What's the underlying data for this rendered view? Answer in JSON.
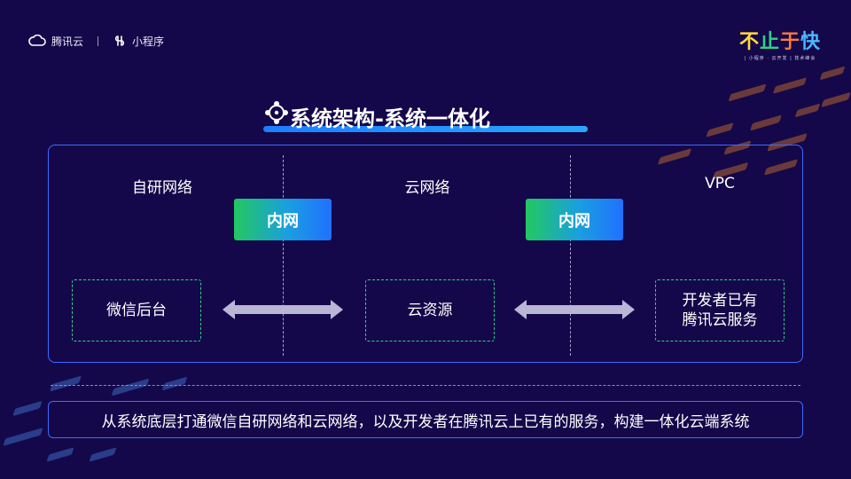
{
  "header": {
    "brand_left": "腾讯云",
    "brand_right": "小程序",
    "event_title_chars": [
      "不",
      "止",
      "于",
      "快"
    ],
    "event_subtitle": "| 小程序 · 云开发 | 技术峰会"
  },
  "slide": {
    "title": "系统架构-系统一体化"
  },
  "columns": {
    "left_label": "自研网络",
    "middle_label": "云网络",
    "right_label": "VPC"
  },
  "network_buttons": {
    "left": "内网",
    "right": "内网"
  },
  "resources": {
    "left": "微信后台",
    "middle": "云资源",
    "right_line1": "开发者已有",
    "right_line2": "腾讯云服务"
  },
  "summary": "从系统底层打通微信自研网络和云网络，以及开发者在腾讯云上已有的服务，构建一体化云端系统",
  "colors": {
    "background": "#14084a",
    "panel_border": "#3d6cff",
    "box_border": "#2fd18b",
    "title_bar": "#1c7eff"
  },
  "icons": [
    "cloud-logo-icon",
    "miniprogram-logo-icon",
    "network-node-icon",
    "double-arrow-icon"
  ]
}
